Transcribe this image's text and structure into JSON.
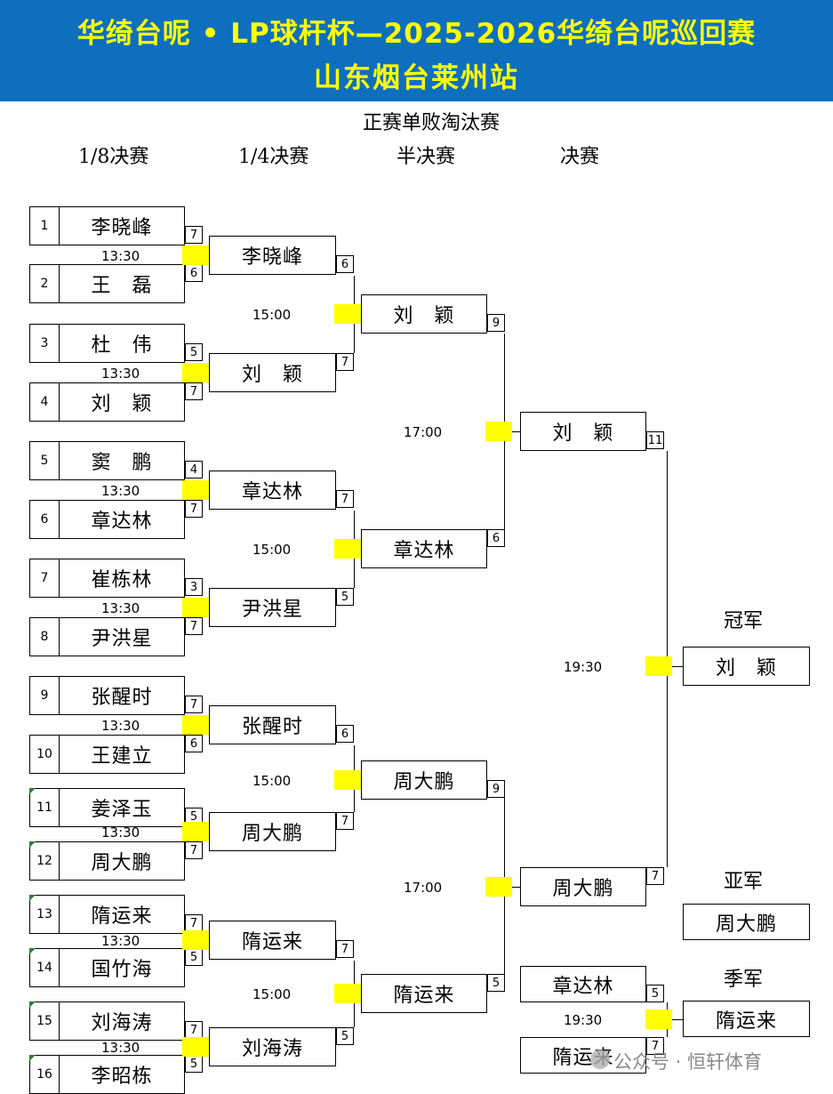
{
  "header": {
    "line1": "华绮台呢 • LP球杆杯—2025-2026华绮台呢巡回赛",
    "line2": "山东烟台莱州站"
  },
  "subtitle": "正赛单败淘汰赛",
  "rounds": [
    "1/8决赛",
    "1/4决赛",
    "半决赛",
    "决赛"
  ],
  "r16": [
    {
      "seed": "1",
      "name": "李晓峰",
      "score": "7"
    },
    {
      "seed": "2",
      "name": "王　磊",
      "score": "6"
    },
    {
      "seed": "3",
      "name": "杜　伟",
      "score": "5"
    },
    {
      "seed": "4",
      "name": "刘　颖",
      "score": "7"
    },
    {
      "seed": "5",
      "name": "窦　鹏",
      "score": "4"
    },
    {
      "seed": "6",
      "name": "章达林",
      "score": "7"
    },
    {
      "seed": "7",
      "name": "崔栋林",
      "score": "3"
    },
    {
      "seed": "8",
      "name": "尹洪星",
      "score": "7"
    },
    {
      "seed": "9",
      "name": "张醒时",
      "score": "7"
    },
    {
      "seed": "10",
      "name": "王建立",
      "score": "6"
    },
    {
      "seed": "11",
      "name": "姜泽玉",
      "score": "5"
    },
    {
      "seed": "12",
      "name": "周大鹏",
      "score": "7"
    },
    {
      "seed": "13",
      "name": "隋运来",
      "score": "7"
    },
    {
      "seed": "14",
      "name": "国竹海",
      "score": "5"
    },
    {
      "seed": "15",
      "name": "刘海涛",
      "score": "7"
    },
    {
      "seed": "16",
      "name": "李昭栋",
      "score": "5"
    }
  ],
  "r16_times": [
    "13:30",
    "13:30",
    "13:30",
    "13:30",
    "13:30",
    "13:30",
    "13:30",
    "13:30"
  ],
  "qf": [
    {
      "name": "李晓峰",
      "score": "6"
    },
    {
      "name": "刘　颖",
      "score": "7"
    },
    {
      "name": "章达林",
      "score": "7"
    },
    {
      "name": "尹洪星",
      "score": "5"
    },
    {
      "name": "张醒时",
      "score": "6"
    },
    {
      "name": "周大鹏",
      "score": "7"
    },
    {
      "name": "隋运来",
      "score": "7"
    },
    {
      "name": "刘海涛",
      "score": "5"
    }
  ],
  "qf_times": [
    "15:00",
    "15:00",
    "15:00",
    "15:00"
  ],
  "sf": [
    {
      "name": "刘　颖",
      "score": "9"
    },
    {
      "name": "章达林",
      "score": "6"
    },
    {
      "name": "周大鹏",
      "score": "9"
    },
    {
      "name": "隋运来",
      "score": "5"
    }
  ],
  "sf_times": [
    "17:00",
    "17:00"
  ],
  "final": [
    {
      "name": "刘　颖",
      "score": "11"
    },
    {
      "name": "周大鹏",
      "score": "7"
    }
  ],
  "final_time": "19:30",
  "champion": {
    "label": "冠军",
    "name": "刘　颖"
  },
  "runner_up": {
    "label": "亚军",
    "name": "周大鹏"
  },
  "third": {
    "label": "季军",
    "name": "隋运来",
    "time": "19:30",
    "players": [
      {
        "name": "章达林",
        "score": "5"
      },
      {
        "name": "隋运来",
        "score": "7"
      }
    ]
  },
  "watermark": "公众号 · 恒轩体育",
  "colors": {
    "header_bg": "#0f6fbf",
    "title": "#ffff00",
    "marker": "#ffff00"
  }
}
